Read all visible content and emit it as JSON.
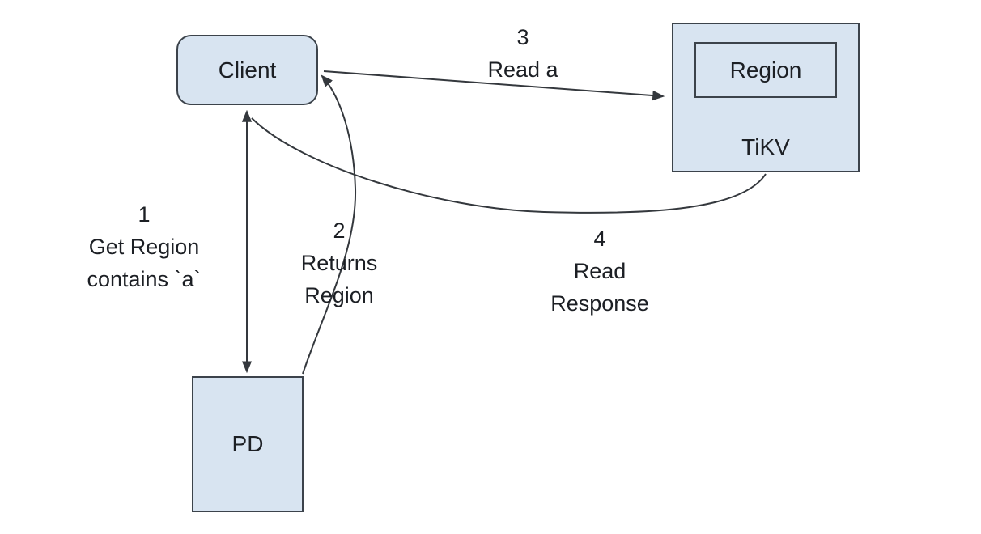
{
  "colors": {
    "background": "#ffffff",
    "node_fill": "#d8e4f1",
    "node_border": "#3c434b",
    "arrow_line": "#34383d",
    "label_text": "#1c1f24"
  },
  "nodes": {
    "client": {
      "label": "Client"
    },
    "pd": {
      "label": "PD"
    },
    "tikv": {
      "label": "TiKV",
      "region_label": "Region"
    }
  },
  "arrows": {
    "a1": {
      "num": "1",
      "lines": [
        "Get Region",
        "contains `a`"
      ],
      "from": "Client",
      "to": "PD"
    },
    "a2": {
      "num": "2",
      "lines": [
        "Returns",
        "Region"
      ],
      "from": "PD",
      "to": "Client"
    },
    "a3": {
      "num": "3",
      "lines": [
        "Read a"
      ],
      "from": "Client",
      "to": "TiKV"
    },
    "a4": {
      "num": "4",
      "lines": [
        "Read",
        "Response"
      ],
      "from": "TiKV",
      "to": "Client"
    }
  }
}
